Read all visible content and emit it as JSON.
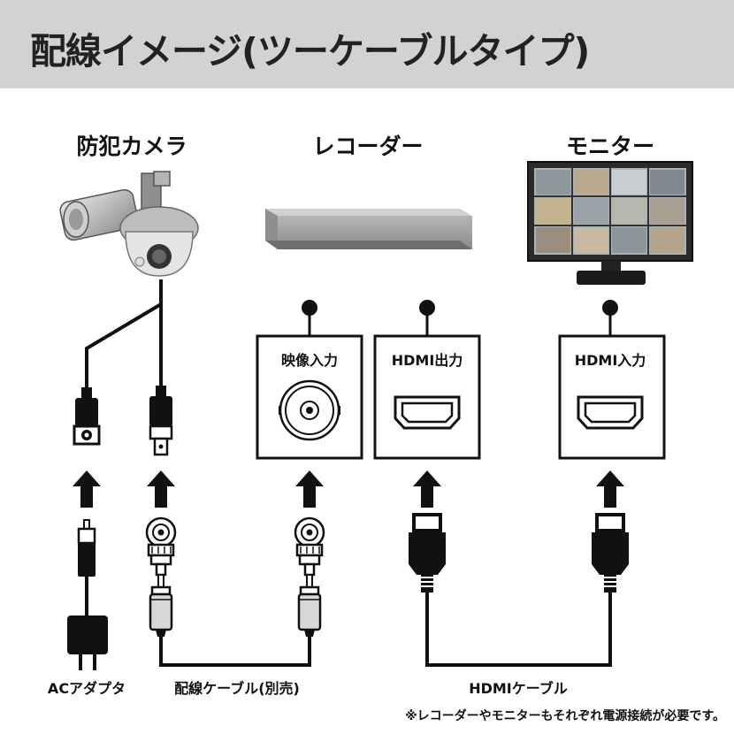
{
  "title": "配線イメージ(ツーケーブルタイプ)",
  "devices": {
    "camera": "防犯カメラ",
    "recorder": "レコーダー",
    "monitor": "モニター"
  },
  "ports": {
    "video_in": "映像入力",
    "hdmi_out": "HDMI出力",
    "hdmi_in": "HDMI入力"
  },
  "cables": {
    "ac_adapter": "ACアダプタ",
    "wiring_cable": "配線ケーブル(別売)",
    "hdmi_cable": "HDMIケーブル"
  },
  "footnote": "※レコーダーやモニターもそれぞれ電源接続が必要です。"
}
